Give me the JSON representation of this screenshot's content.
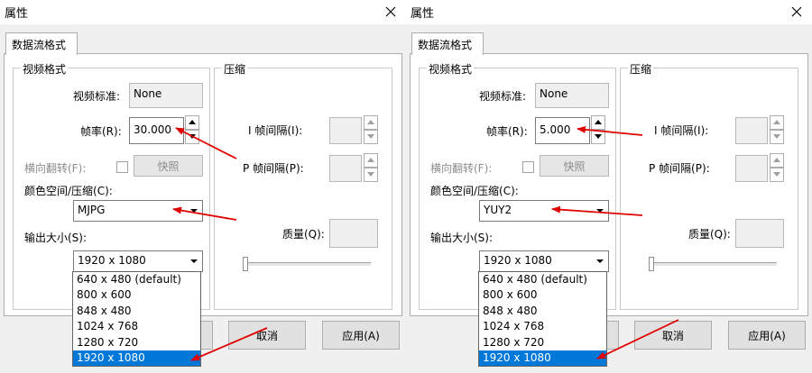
{
  "colors": {
    "arrow": "#e00000",
    "selection": "#0078d7"
  },
  "dialogs": [
    {
      "title": "属性",
      "tab": "数据流格式",
      "video_group": {
        "legend": "视频格式",
        "standard_label": "视频标准:",
        "standard_value": "None",
        "framerate_label": "帧率(R):",
        "framerate_value": "30.000",
        "flip_label": "横向翻转(F):",
        "snapshot_label": "快照",
        "colorspace_label": "颜色空间/压缩(C):",
        "colorspace_value": "MJPG",
        "output_label": "输出大小(S):",
        "output_value": "1920 x 1080",
        "output_options": [
          "640 x 480  (default)",
          "800 x 600",
          "848 x 480",
          "1024 x 768",
          "1280 x 720",
          "1920 x 1080"
        ],
        "selected_index": 5
      },
      "compress_group": {
        "legend": "压缩",
        "iframe_label": "I 帧间隔(I):",
        "pframe_label": "P 帧间隔(P):",
        "quality_label": "质量(Q):"
      },
      "buttons": {
        "cancel": "取消",
        "apply": "应用(A)"
      }
    },
    {
      "title": "属性",
      "tab": "数据流格式",
      "video_group": {
        "legend": "视频格式",
        "standard_label": "视频标准:",
        "standard_value": "None",
        "framerate_label": "帧率(R):",
        "framerate_value": "5.000",
        "flip_label": "横向翻转(F):",
        "snapshot_label": "快照",
        "colorspace_label": "颜色空间/压缩(C):",
        "colorspace_value": "YUY2",
        "output_label": "输出大小(S):",
        "output_value": "1920 x 1080",
        "output_options": [
          "640 x 480  (default)",
          "800 x 600",
          "848 x 480",
          "1024 x 768",
          "1280 x 720",
          "1920 x 1080"
        ],
        "selected_index": 5
      },
      "compress_group": {
        "legend": "压缩",
        "iframe_label": "I 帧间隔(I):",
        "pframe_label": "P 帧间隔(P):",
        "quality_label": "质量(Q):"
      },
      "buttons": {
        "cancel": "取消",
        "apply": "应用(A)"
      }
    }
  ]
}
